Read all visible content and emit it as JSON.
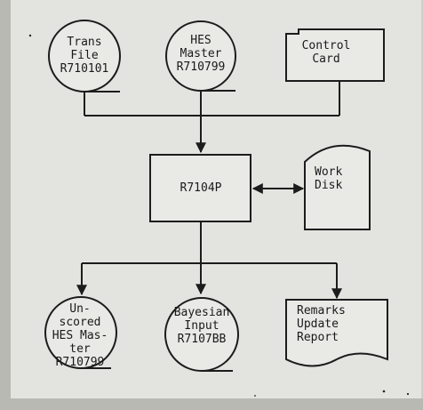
{
  "nodes": {
    "trans_file": {
      "lines": [
        "Trans",
        "File",
        "R710101"
      ]
    },
    "hes_master": {
      "lines": [
        "HES",
        "Master",
        "R710799"
      ]
    },
    "control_card": {
      "lines": [
        "Control",
        "Card"
      ]
    },
    "program": {
      "lines": [
        "R7104P"
      ]
    },
    "work_disk": {
      "lines": [
        "Work",
        "Disk"
      ]
    },
    "unscored_hes": {
      "lines": [
        "Un-",
        "scored",
        "HES Mas-",
        "ter",
        "R710799"
      ]
    },
    "bayesian": {
      "lines": [
        "Bayesian",
        "Input",
        "R7107BB"
      ]
    },
    "remarks": {
      "lines": [
        "Remarks",
        "Update",
        "Report"
      ]
    }
  },
  "colors": {
    "ink": "#1c1c1c",
    "paper": "#e9e9e6",
    "background": "#cfcfcb"
  }
}
